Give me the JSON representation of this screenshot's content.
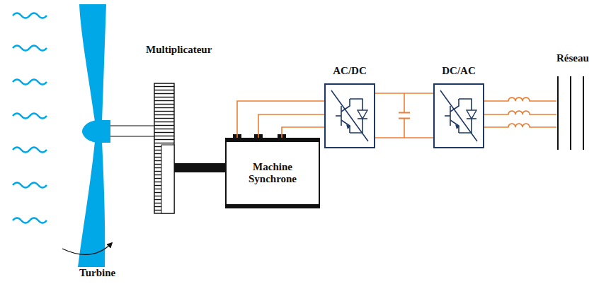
{
  "diagram": {
    "nodes": [
      {
        "text": [
          "Machine Synchrone"
        ]
      },
      {
        "text": [
          "AC/DC"
        ]
      },
      {
        "text": [
          "DC/AC"
        ]
      },
      {
        "text": [
          "Réseau"
        ]
      }
    ],
    "edges": [
      {
        "from": 0,
        "to": 1,
        "arrow": "none"
      },
      {
        "from": 1,
        "to": 2,
        "arrow": "none"
      },
      {
        "from": 2,
        "to": 3,
        "arrow": "none"
      }
    ],
    "labels": [
      "Multiplicateur",
      "Turbine"
    ]
  }
}
